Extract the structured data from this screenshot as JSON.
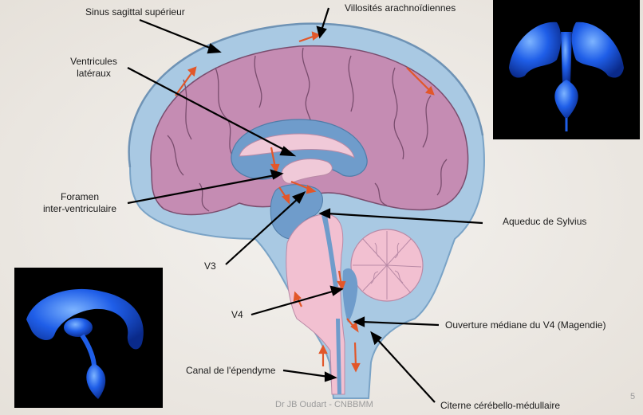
{
  "labels": {
    "sinus": "Sinus sagittal supérieur",
    "villosites": "Villosités arachnoïdiennes",
    "ventricules_l1": "Ventricules",
    "ventricules_l2": "latéraux",
    "foramen_l1": "Foramen",
    "foramen_l2": "inter-ventriculaire",
    "aqueduc": "Aqueduc de Sylvius",
    "v3": "V3",
    "v4": "V4",
    "ouverture": "Ouverture médiane du V4 (Magendie)",
    "canal": "Canal de l'épendyme",
    "citerne": "Citerne cérébello-médullaire"
  },
  "footer": {
    "author": "Dr JB Oudart - CNBBMM",
    "page_number": "5"
  },
  "colors": {
    "csf_blue": "#9dc3e2",
    "brain_pink": "#c98fb5",
    "ventricle_blue": "#6f9ccb",
    "arrow_orange": "#e2572a",
    "cast_blue": "#1f5ee8"
  }
}
